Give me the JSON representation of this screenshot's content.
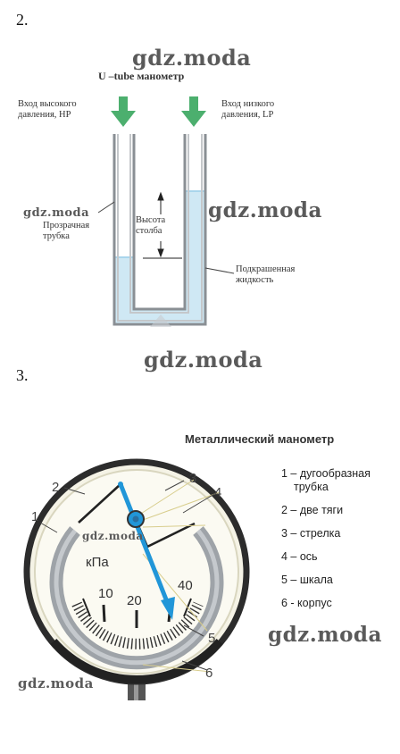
{
  "section2": {
    "number": "2."
  },
  "section3": {
    "number": "3."
  },
  "watermark": "gdz.moda",
  "utube": {
    "title": "U –tube манометр",
    "hp_label_1": "Вход высокого",
    "hp_label_2": "давления, HP",
    "lp_label_1": "Вход низкого",
    "lp_label_2": "давления, LP",
    "height_label_1": "Высота",
    "height_label_2": "столба",
    "tube_label_1": "Прозрачная",
    "tube_label_2": "трубка",
    "liquid_label_1": "Подкрашенная",
    "liquid_label_2": "жидкость",
    "arrow_color": "#4caf6e",
    "liquid_color": "#cfe8f4"
  },
  "gauge": {
    "title": "Металлический манометр",
    "unit": "кПа",
    "scale_10": "10",
    "scale_20": "20",
    "scale_40": "40",
    "callouts": [
      "1",
      "2",
      "3",
      "4",
      "5",
      "6"
    ],
    "needle_color": "#2196d8",
    "legend": [
      {
        "text": "1 – дугообразная"
      },
      {
        "text": "трубка"
      },
      {
        "text": "2 – две тяги"
      },
      {
        "text": "3 – стрелка"
      },
      {
        "text": "4 – ось"
      },
      {
        "text": "5 – шкала"
      },
      {
        "text": "6 - корпус"
      }
    ]
  }
}
